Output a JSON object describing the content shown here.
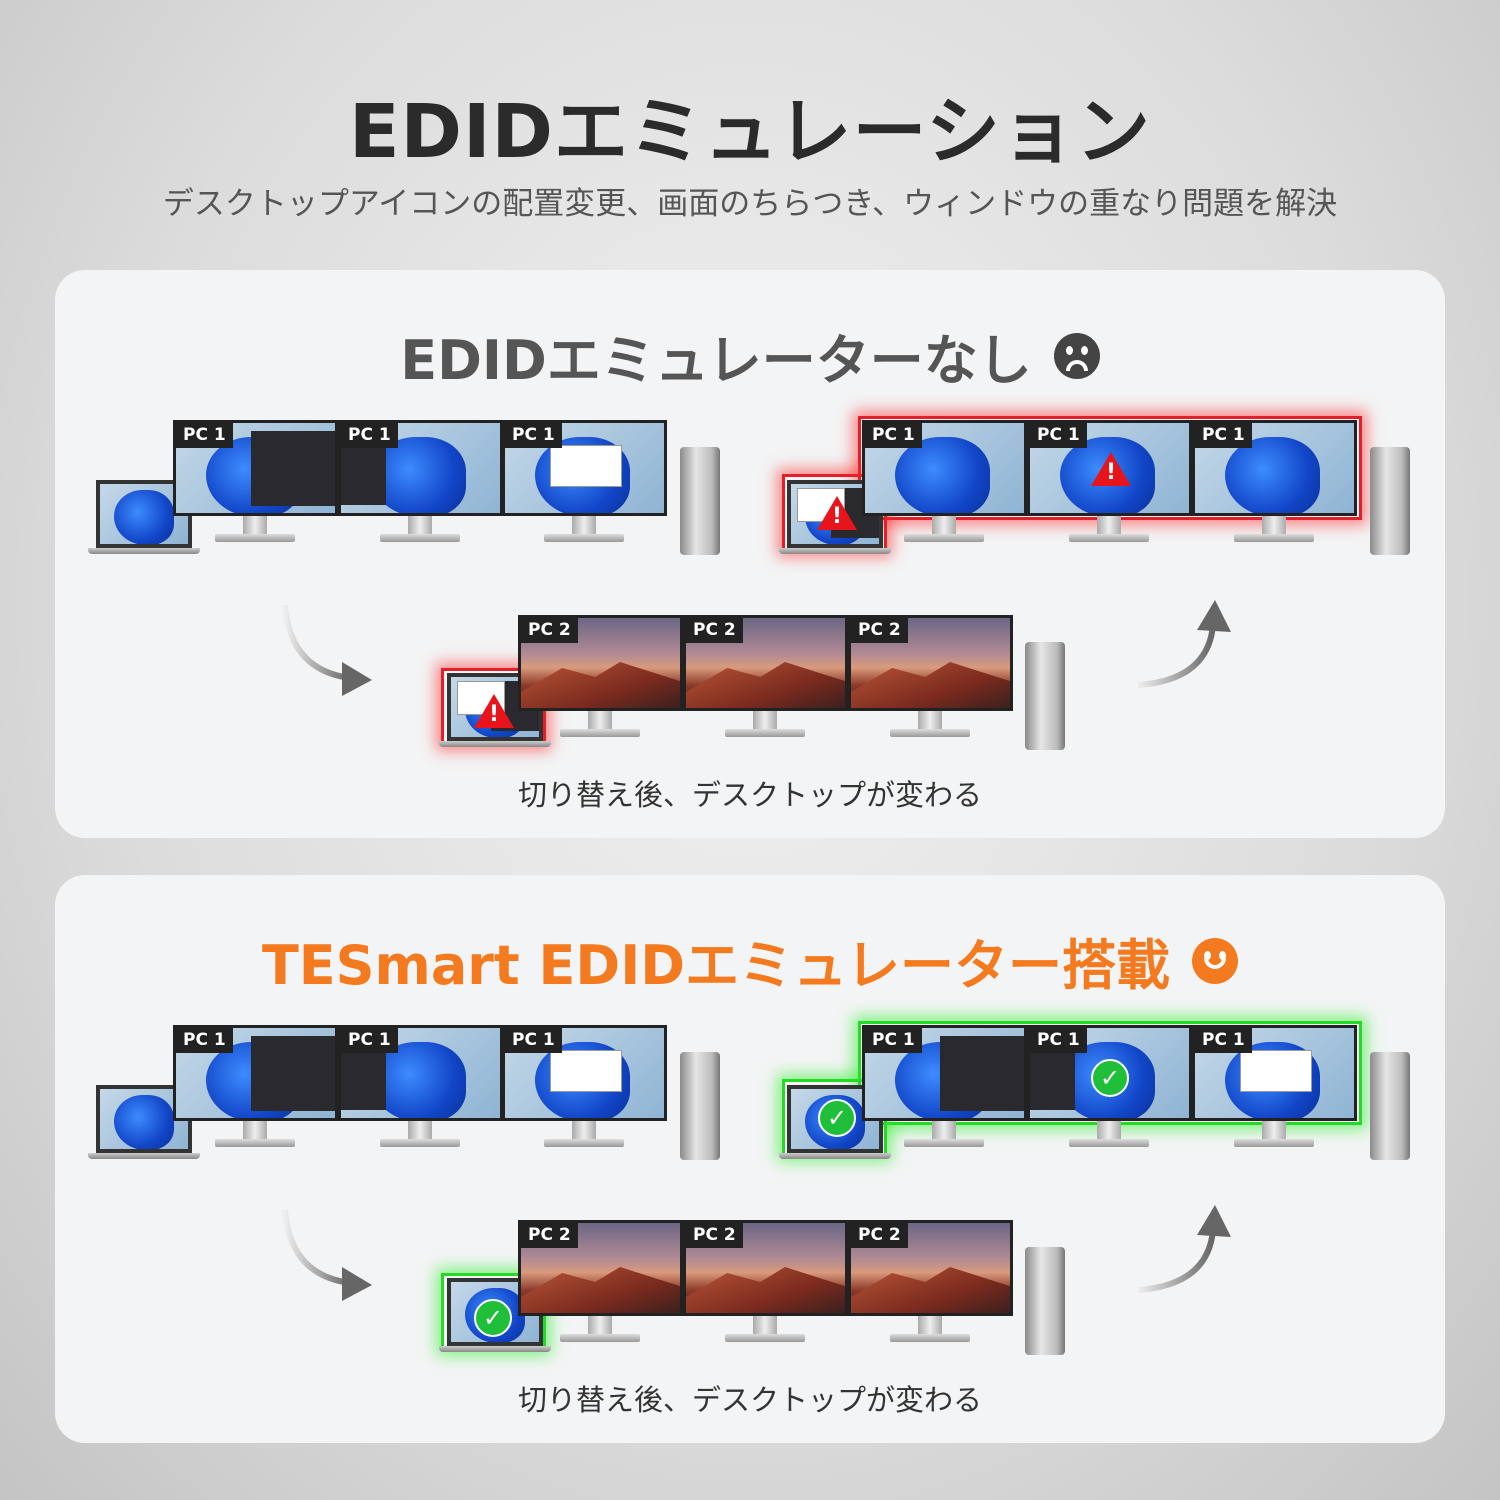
{
  "header": {
    "title": "EDIDエミュレーション",
    "subtitle": "デスクトップアイコンの配置変更、画面のちらつき、ウィンドウの重なり問題を解決"
  },
  "panels": [
    {
      "title": "EDIDエミュレーターなし",
      "title_color": "#555555",
      "face": "sad-face-icon",
      "status": "error",
      "caption": "切り替え後、デスクトップが変わる",
      "monitor_labels_top": [
        "PC 1",
        "PC 1",
        "PC 1"
      ],
      "monitor_labels_right": [
        "PC 1",
        "PC 1",
        "PC 1"
      ],
      "monitor_labels_bottom": [
        "PC 2",
        "PC 2",
        "PC 2"
      ]
    },
    {
      "title": "TESmart EDIDエミュレーター搭載",
      "title_color": "#f47a20",
      "face": "smile-face-icon",
      "status": "ok",
      "caption": "切り替え後、デスクトップが変わる",
      "monitor_labels_top": [
        "PC 1",
        "PC 1",
        "PC 1"
      ],
      "monitor_labels_right": [
        "PC 1",
        "PC 1",
        "PC 1"
      ],
      "monitor_labels_bottom": [
        "PC 2",
        "PC 2",
        "PC 2"
      ]
    }
  ],
  "marks": {
    "warn": "!",
    "ok": "✓"
  },
  "colors": {
    "error": "#e3202a",
    "ok": "#27d827",
    "accent": "#f47a20"
  }
}
